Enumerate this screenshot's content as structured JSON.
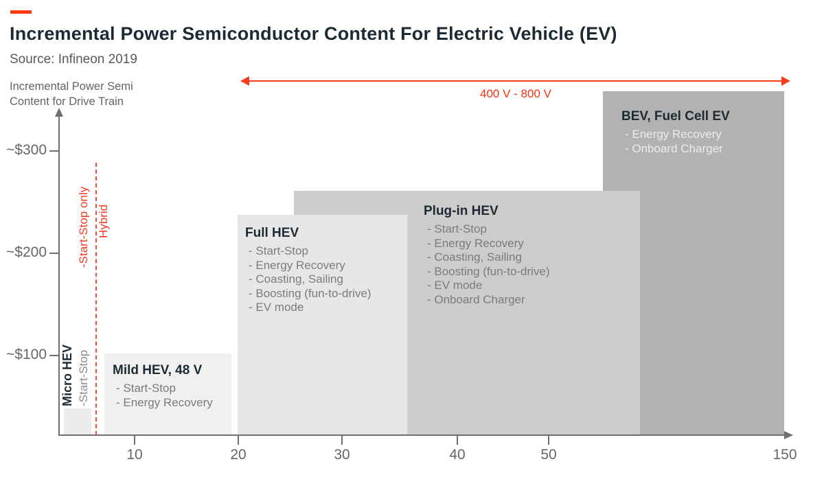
{
  "header": {
    "title": "Incremental Power Semiconductor Content For Electric Vehicle (EV)",
    "source": "Source: Infineon 2019"
  },
  "axis": {
    "y_title_line1": "Incremental Power Semi",
    "y_title_line2": "Content for Drive Train",
    "y_ticks": [
      "~$300",
      "~$200",
      "~$100"
    ],
    "x_ticks": [
      "10",
      "20",
      "30",
      "40",
      "50",
      "150"
    ]
  },
  "annotations": {
    "voltage_range": "400 V - 800 V",
    "segment_left": "-Start-Stop only",
    "segment_right": "Hybrid"
  },
  "bars": {
    "micro": {
      "title": "Micro HEV",
      "feature": "-Start-Stop"
    },
    "mild": {
      "title": "Mild HEV, 48 V",
      "features": [
        "- Start-Stop",
        "- Energy Recovery"
      ]
    },
    "full": {
      "title": "Full HEV",
      "features": [
        "- Start-Stop",
        "- Energy Recovery",
        "- Coasting, Sailing",
        "- Boosting (fun-to-drive)",
        "- EV mode"
      ]
    },
    "plugin": {
      "title": "Plug-in HEV",
      "features": [
        "- Start-Stop",
        "- Energy Recovery",
        "- Coasting, Sailing",
        "- Boosting (fun-to-drive)",
        "- EV mode",
        "- Onboard Charger"
      ]
    },
    "bev": {
      "title": "BEV, Fuel Cell EV",
      "features": [
        "- Energy Recovery",
        "- Onboard Charger"
      ]
    }
  },
  "colors": {
    "accent_red": "#fb3d1d",
    "brand_dash": "#ff3c0d",
    "bar_micro": "#ededed",
    "bar_mild": "#f0f0f0",
    "bar_full": "#e7e7e7",
    "bar_plugin": "#cdcdcd",
    "bar_bev": "#b2b2b2",
    "title_text": "#1c2b33",
    "muted_text": "#7b7b7b",
    "axis_gray": "#6f6f6f"
  },
  "chart_data": {
    "type": "bar",
    "title": "Incremental Power Semiconductor Content For Electric Vehicle (EV)",
    "subtitle": "Source: Infineon 2019",
    "ylabel": "Incremental Power Semi Content for Drive Train",
    "y_tick_labels": [
      "~$100",
      "~$200",
      "~$300"
    ],
    "x_tick_labels": [
      10,
      20,
      30,
      40,
      50,
      150
    ],
    "legend_position": "none",
    "grid": false,
    "series": [
      {
        "category": "Micro HEV",
        "approx_value_usd": 50,
        "x_range": [
          3,
          6
        ],
        "segment": "Start-Stop only",
        "features": [
          "Start-Stop"
        ]
      },
      {
        "category": "Mild HEV, 48 V",
        "approx_value_usd": 105,
        "x_range": [
          7,
          19
        ],
        "segment": "Hybrid",
        "features": [
          "Start-Stop",
          "Energy Recovery"
        ]
      },
      {
        "category": "Full HEV",
        "approx_value_usd": 235,
        "x_range": [
          20,
          36
        ],
        "segment": "Hybrid",
        "features": [
          "Start-Stop",
          "Energy Recovery",
          "Coasting, Sailing",
          "Boosting (fun-to-drive)",
          "EV mode"
        ]
      },
      {
        "category": "Plug-in HEV",
        "approx_value_usd": 260,
        "x_range": [
          25,
          59
        ],
        "segment": "Hybrid",
        "features": [
          "Start-Stop",
          "Energy Recovery",
          "Coasting, Sailing",
          "Boosting (fun-to-drive)",
          "EV mode",
          "Onboard Charger"
        ]
      },
      {
        "category": "BEV, Fuel Cell EV",
        "approx_value_usd": 360,
        "x_range": [
          55,
          150
        ],
        "segment": "Hybrid",
        "voltage": "400 V - 800 V",
        "features": [
          "Energy Recovery",
          "Onboard Charger"
        ]
      }
    ]
  }
}
